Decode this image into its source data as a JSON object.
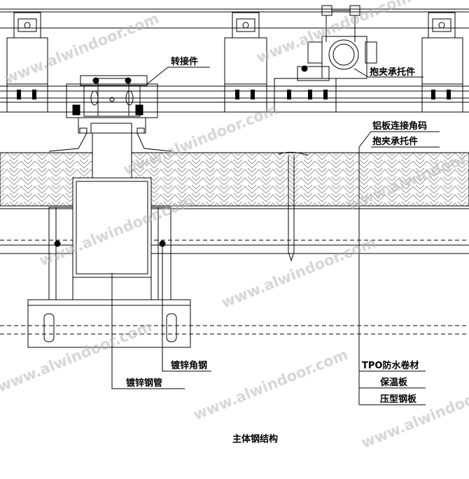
{
  "labels": {
    "zhuanjiejian": "转接件",
    "baojia_top": "抱夹承托件",
    "lvban": "铝板连接角码",
    "baojia_mid": "抱夹承托件",
    "jiaogang": "镀锌角钢",
    "gangguan": "镀锌钢管",
    "tpo": "TPO防水卷材",
    "baowen": "保温板",
    "yaxing": "压型钢板",
    "title": "主体钢结构"
  },
  "watermark": "www.alwindoor.com",
  "colors": {
    "line": "#000000",
    "watermark": "#b7b7b7"
  }
}
